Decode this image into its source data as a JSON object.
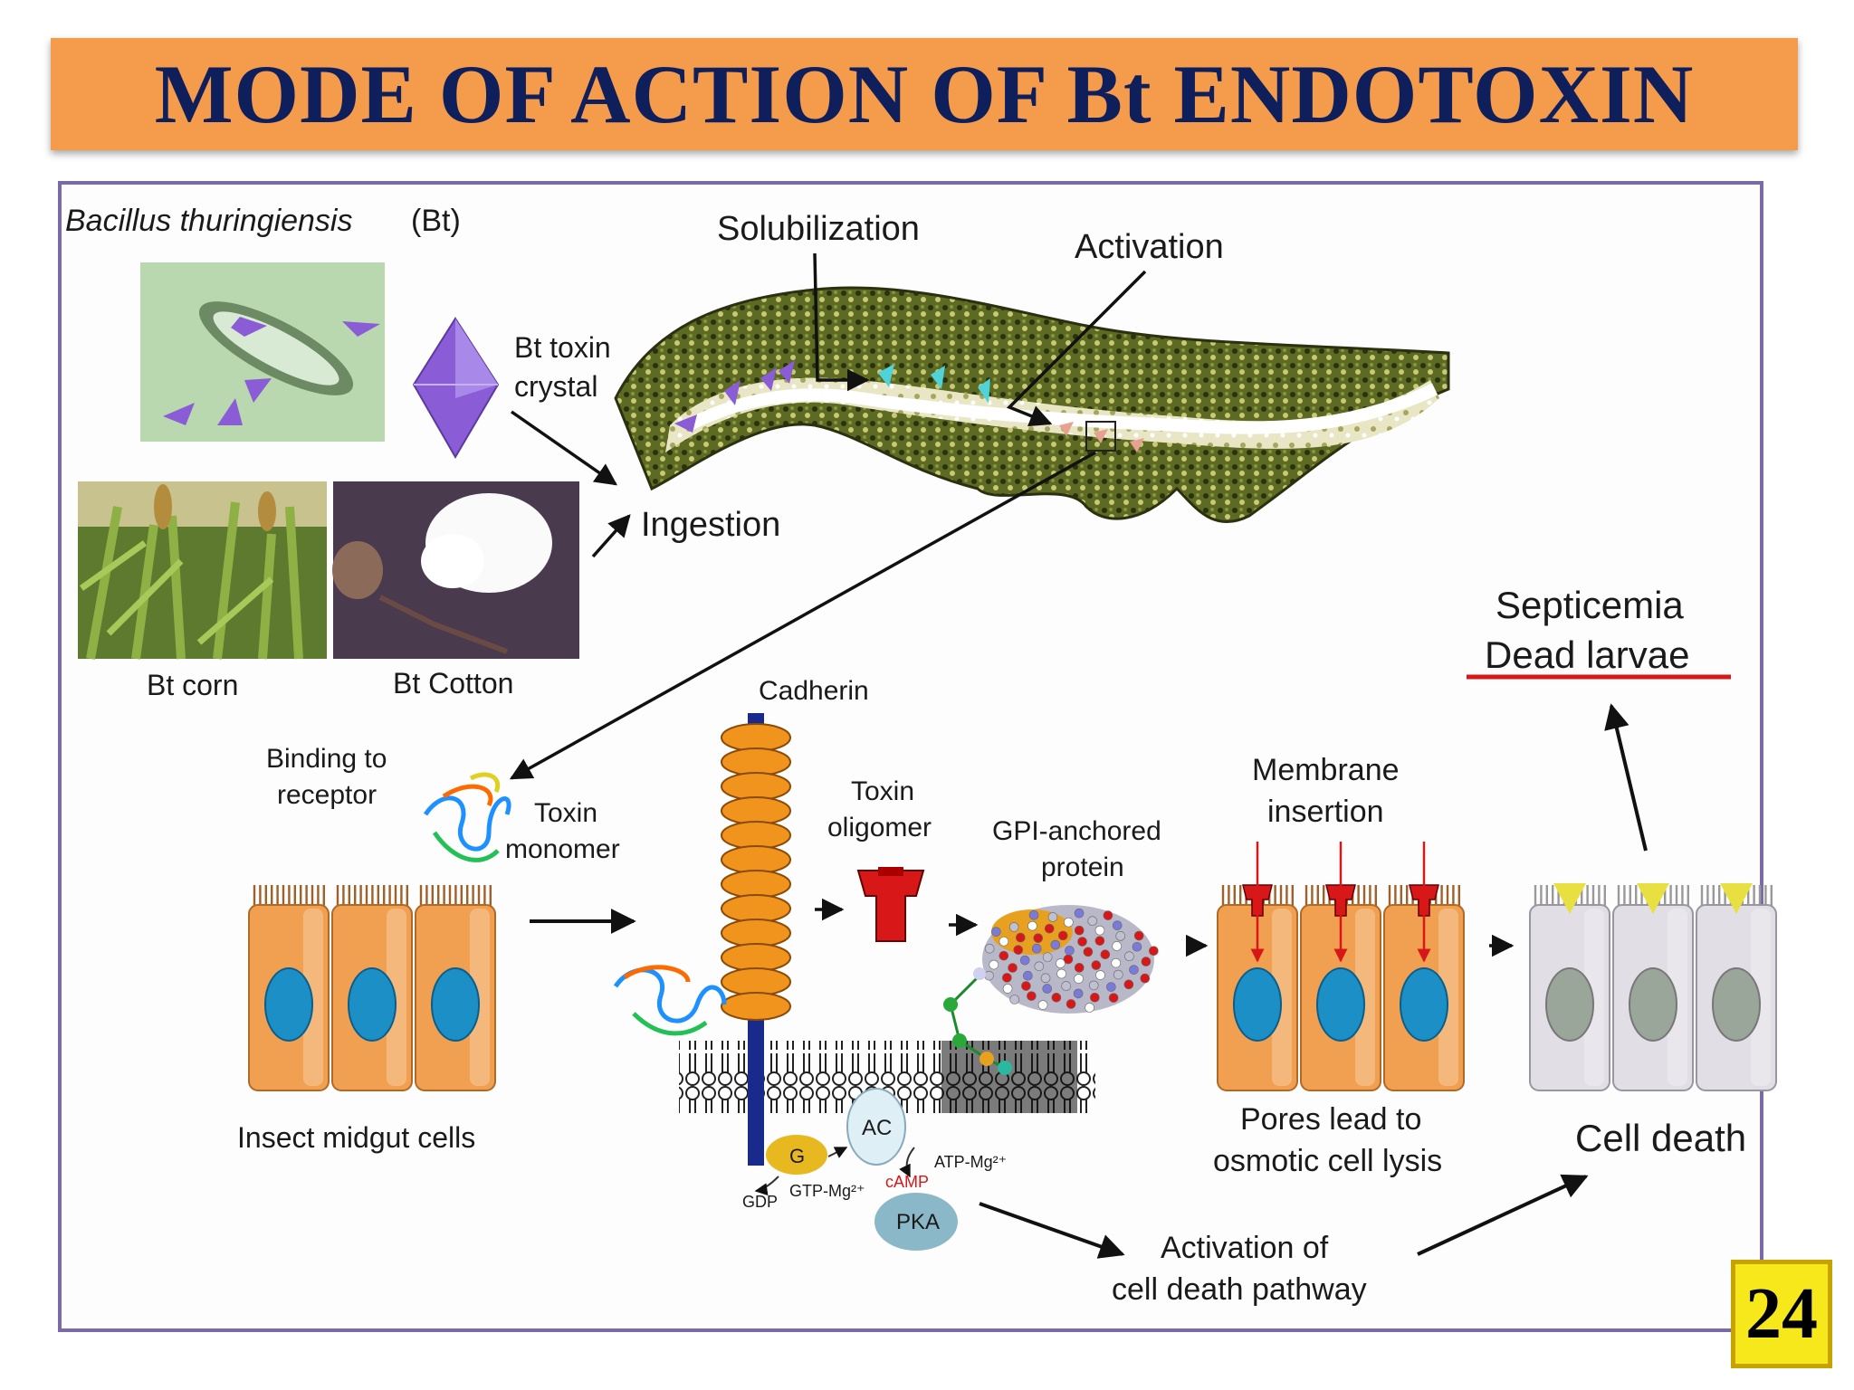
{
  "title": "MODE OF ACTION OF Bt ENDOTOXIN",
  "slide_number": "24",
  "labels": {
    "bacillus_name": "Bacillus thuringiensis",
    "bacillus_abbr": "(Bt)",
    "toxin_crystal_line1": "Bt toxin",
    "toxin_crystal_line2": "crystal",
    "bt_corn": "Bt corn",
    "bt_cotton": "Bt Cotton",
    "ingestion": "Ingestion",
    "solubilization": "Solubilization",
    "activation": "Activation",
    "septicemia": "Septicemia",
    "dead_larvae": "Dead larvae",
    "cadherin": "Cadherin",
    "binding_line1": "Binding to",
    "binding_line2": "receptor",
    "toxin_monomer_line1": "Toxin",
    "toxin_monomer_line2": "monomer",
    "toxin_oligomer_line1": "Toxin",
    "toxin_oligomer_line2": "oligomer",
    "gpi_line1": "GPI-anchored",
    "gpi_line2": "protein",
    "membrane_line1": "Membrane",
    "membrane_line2": "insertion",
    "insect_midgut": "Insect midgut cells",
    "pores_line1": "Pores lead to",
    "pores_line2": "osmotic cell lysis",
    "cell_death": "Cell death",
    "activation_pathway_line1": "Activation of",
    "activation_pathway_line2": "cell death pathway",
    "ac": "AC",
    "g": "G",
    "gdp": "GDP",
    "gtp": "GTP-Mg²⁺",
    "atp": "ATP-Mg²⁺",
    "camp": "cAMP",
    "pka": "PKA"
  },
  "colors": {
    "title_bg": "#f59b4c",
    "title_text": "#0f1f5c",
    "frame_border": "#7a6aa8",
    "crystal": "#8a5cd6",
    "solubilized": "#4fd2d8",
    "activated": "#e8a090",
    "cell_body": "#f0a050",
    "nucleus": "#1d8fc7",
    "dead_cell": "#e2dee6",
    "pore": "#d81818",
    "underline": "#d81818",
    "slide_num_bg": "#f6e81a"
  }
}
